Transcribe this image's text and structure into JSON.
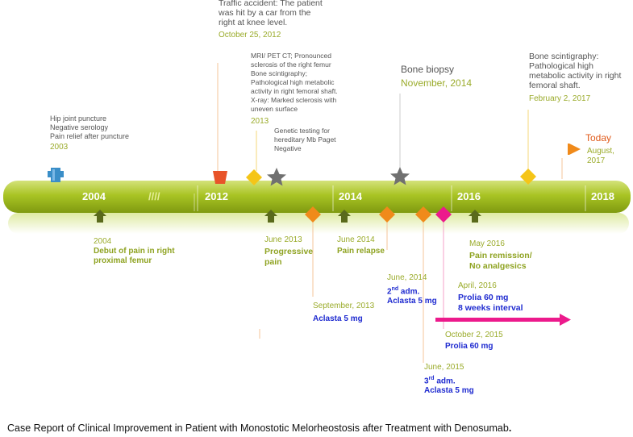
{
  "axis": {
    "years": [
      "2004",
      "2012",
      "2014",
      "2016",
      "2018"
    ],
    "break_mark": "////"
  },
  "events_above": {
    "e2003": {
      "text": "Hip joint puncture\nNegative serology\nPain relief after puncture",
      "date": "2003"
    },
    "e2012": {
      "text": "Traffic accident: The patient\nwas hit by a car from the\nright at knee level.",
      "date": "October 25, 2012"
    },
    "e2013": {
      "text": "MRI/ PET CT; Pronounced\nsclerosis of the right femur\nBone scintigraphy;\nPathological high metabolic\nactivity in right femoral shaft.\nX-ray: Marked sclerosis with\nuneven surface",
      "date": "2013"
    },
    "genetic": {
      "text": "Genetic testing for\nhereditary Mb Paget\nNegative"
    },
    "biopsy": {
      "title": "Bone biopsy",
      "date": "November, 2014"
    },
    "scint2017": {
      "text": "Bone scintigraphy:\nPathological high\nmetabolic activity in right\nfemoral shaft.",
      "date": "February 2, 2017"
    },
    "today": {
      "label": "Today",
      "date": "August, 2017"
    }
  },
  "events_below": {
    "e2004": {
      "date": "2004",
      "text": "Debut of pain in right\nproximal femur"
    },
    "jun2013": {
      "date": "June 2013",
      "text": "Progressive\npain"
    },
    "sep2013": {
      "date": "September, 2013",
      "text": "Aclasta 5 mg"
    },
    "jun2014a": {
      "date": "June 2014",
      "text": "Pain relapse"
    },
    "jun2014b": {
      "date": "June, 2014",
      "ord": "2",
      "sup": "nd",
      "adm": " adm.",
      "text": "Aclasta 5 mg"
    },
    "jun2015": {
      "date": "June, 2015",
      "ord": "3",
      "sup": "rd",
      "adm": " adm.",
      "text": "Aclasta 5 mg"
    },
    "oct2015": {
      "date": "October 2, 2015",
      "text": "Prolia 60 mg"
    },
    "may2016": {
      "date": "May 2016",
      "text": "Pain remission/\nNo analgesics"
    },
    "apr2016": {
      "date": "April, 2016",
      "text": "Prolia 60 mg\n8 weeks interval"
    }
  },
  "caption": {
    "text": "Case Report of Clinical Improvement in Patient with Monostotic Melorheostosis after Treatment with Denosumab",
    "period": "."
  },
  "colors": {
    "bar_green": "#9dbb18",
    "bar_light": "#c8db6a",
    "arrow_dark": "#5a6a1c",
    "diamond_orange": "#f08a1a",
    "diamond_yellow": "#f5c518",
    "diamond_pink": "#ec1a8c",
    "star_gray": "#707070",
    "hip_blue": "#3a8ec8",
    "accident_red": "#e8542a",
    "today_orange": "#f08a1a",
    "prolia_arrow": "#ec1a8c",
    "date_green": "#9aab2a",
    "dose_blue": "#1f2bd0"
  }
}
